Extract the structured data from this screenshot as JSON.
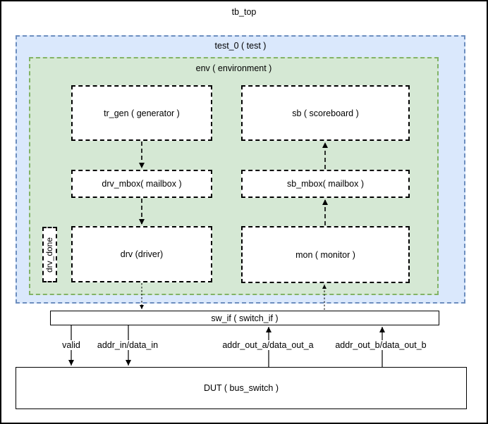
{
  "title": "tb_top",
  "containers": {
    "test": {
      "label": "test_0 ( test )",
      "fill": "#dae8fc",
      "border": "#6c8ebf"
    },
    "env": {
      "label": "env ( environment )",
      "fill": "#d5e8d4",
      "border": "#82b366"
    }
  },
  "blocks": {
    "tr_gen": {
      "label": "tr_gen ( generator )"
    },
    "sb": {
      "label": "sb ( scoreboard )"
    },
    "drv_mbox": {
      "label": "drv_mbox( mailbox )"
    },
    "sb_mbox": {
      "label": "sb_mbox( mailbox )"
    },
    "drv": {
      "label": "drv (driver)"
    },
    "mon": {
      "label": "mon ( monitor )"
    },
    "drv_done": {
      "label": "drv_done"
    },
    "sw_if": {
      "label": "sw_if ( switch_if )"
    },
    "dut": {
      "label": "DUT ( bus_switch )"
    }
  },
  "signals": {
    "valid": {
      "label": "valid"
    },
    "addr_in": {
      "label": "addr_in/data_in"
    },
    "addr_out_a": {
      "label": "addr_out_a/data_out_a"
    },
    "addr_out_b": {
      "label": "addr_out_b/data_out_b"
    }
  }
}
